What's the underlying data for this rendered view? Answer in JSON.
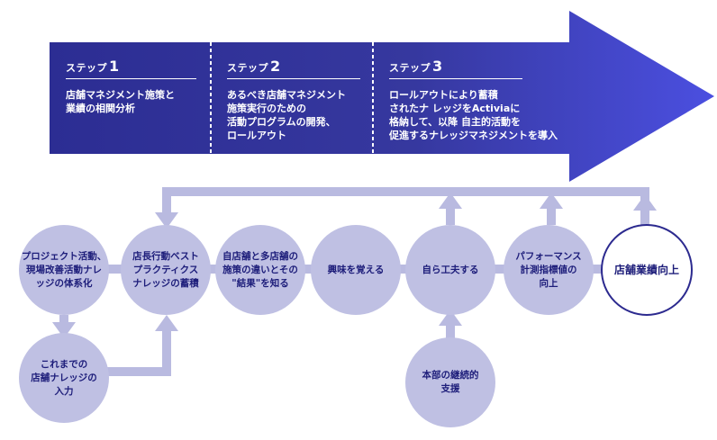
{
  "steps": [
    {
      "label": "ステップ",
      "number": "1",
      "description": "店舗マネジメント施策と\n業績の相関分析"
    },
    {
      "label": "ステップ",
      "number": "2",
      "description": "あるべき店舗マネジメント\n施策実行のための\n活動プログラムの開発、\nロールアウト"
    },
    {
      "label": "ステップ",
      "number": "3",
      "description": "ロールアウトにより蓄積\nされたナ レッジをActiviaに\n格納して、以降 自主的活動を\n促進するナレッジマネジメントを導入"
    }
  ],
  "nodes": {
    "project": "プロジェクト活動、\n現場改善活動ナレ\nッジの体系化",
    "best_practice": "店長行動ベスト\nプラクティクス\nナレッジの蓄積",
    "input": "これまでの\n店舗ナレッジの\n入力",
    "difference": "自店舗と多店舗の\n施策の違いとその\n\"結果\"を知る",
    "interest": "興味を覚える",
    "self_improve": "自ら工夫する",
    "hq_support": "本部の継続的\n支援",
    "performance": "パフォーマンス\n計測指標値の\n向上",
    "goal": "店舗業績向上"
  },
  "colors": {
    "arrow_start": "#2c2d93",
    "arrow_end": "#4b4fe0",
    "node_fill": "#bfc0e3",
    "connector": "#b9bae0",
    "goal_border": "#2c2a8f",
    "text_dark": "#1d1d7a"
  }
}
